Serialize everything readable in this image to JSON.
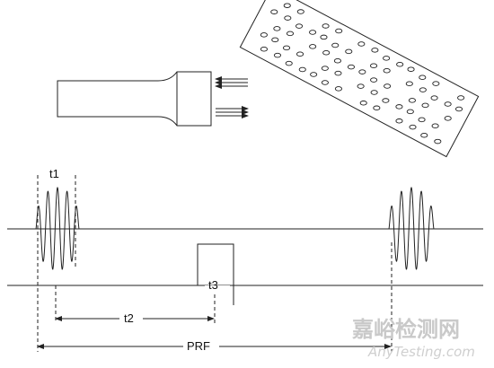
{
  "diagram": {
    "labels": {
      "t1": "t1",
      "t2": "t2",
      "t3": "t3",
      "prf": "PRF"
    },
    "watermark": {
      "chinese": "嘉峪检测网",
      "english": "AnyTesting.com"
    }
  }
}
